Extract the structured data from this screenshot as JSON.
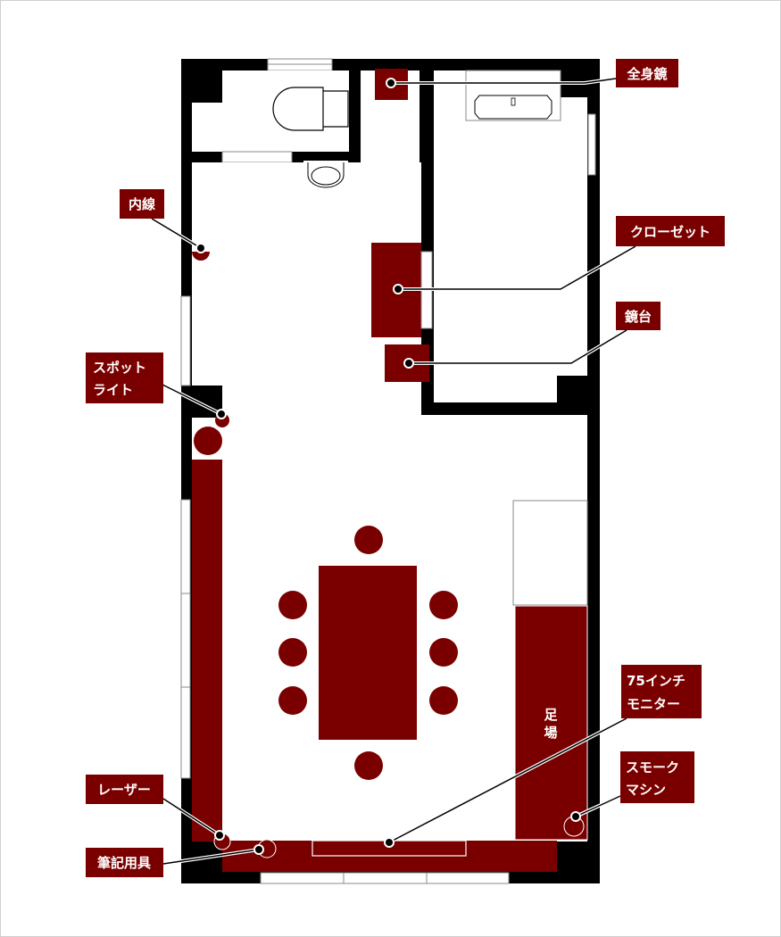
{
  "colors": {
    "accent": "#7a0000",
    "wall": "#000000",
    "background": "#ffffff"
  },
  "labels": {
    "full_mirror": "全身鏡",
    "extension": "内線",
    "closet": "クローゼット",
    "dresser": "鏡台",
    "spotlight": [
      "スポット",
      "ライト"
    ],
    "monitor": [
      "75インチ",
      "モニター"
    ],
    "smoke_machine": [
      "スモーク",
      "マシン"
    ],
    "laser": "レーザー",
    "stationery": "筆記用具",
    "scaffold": [
      "足",
      "場"
    ]
  }
}
